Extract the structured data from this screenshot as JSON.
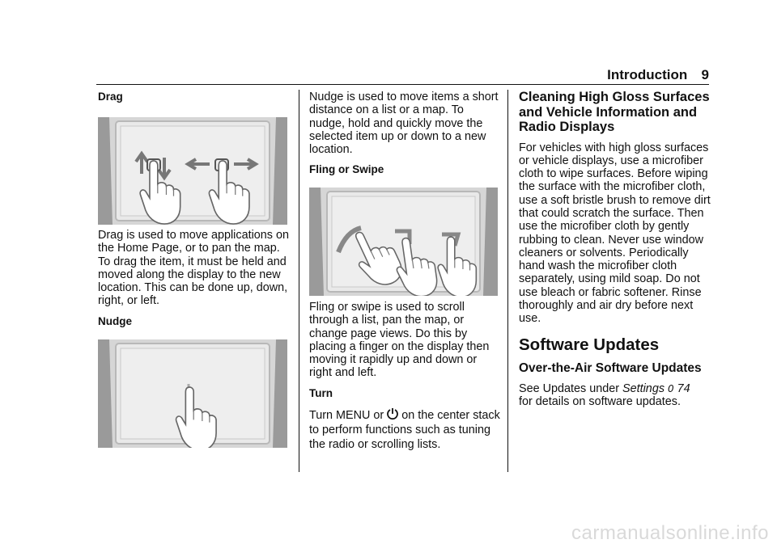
{
  "header": {
    "section": "Introduction",
    "page": "9"
  },
  "col1": {
    "drag_label": "Drag",
    "drag_text": "Drag is used to move applications on the Home Page, or to pan the map. To drag the item, it must be held and moved along the display to the new location. This can be done up, down, right, or left.",
    "nudge_label": "Nudge"
  },
  "col2": {
    "nudge_text": "Nudge is used to move items a short distance on a list or a map. To nudge, hold and quickly move the selected item up or down to a new location.",
    "fling_label": "Fling or Swipe",
    "fling_text": "Fling or swipe is used to scroll through a list, pan the map, or change page views. Do this by placing a finger on the display then moving it rapidly up and down or right and left.",
    "turn_label": "Turn",
    "turn_text_a": "Turn MENU or",
    "turn_text_b": "on the center stack to perform functions such as tuning the radio or scrolling lists."
  },
  "col3": {
    "cleaning_heading": "Cleaning High Gloss Surfaces and Vehicle Information and Radio Displays",
    "cleaning_text": "For vehicles with high gloss surfaces or vehicle displays, use a microfiber cloth to wipe surfaces. Before wiping the surface with the microfiber cloth, use a soft bristle brush to remove dirt that could scratch the surface. Then use the microfiber cloth by gently rubbing to clean. Never use window cleaners or solvents. Periodically hand wash the microfiber cloth separately, using mild soap. Do not use bleach or fabric softener. Rinse thoroughly and air dry before next use.",
    "software_heading": "Software Updates",
    "ota_heading": "Over-the-Air Software Updates",
    "see_text": "See  Updates  under",
    "settings_link": "Settings",
    "ref_arrow": "0",
    "ref_page": "74",
    "ota_text_end": "for details on software updates."
  },
  "watermark": "carmanualsonline.info"
}
